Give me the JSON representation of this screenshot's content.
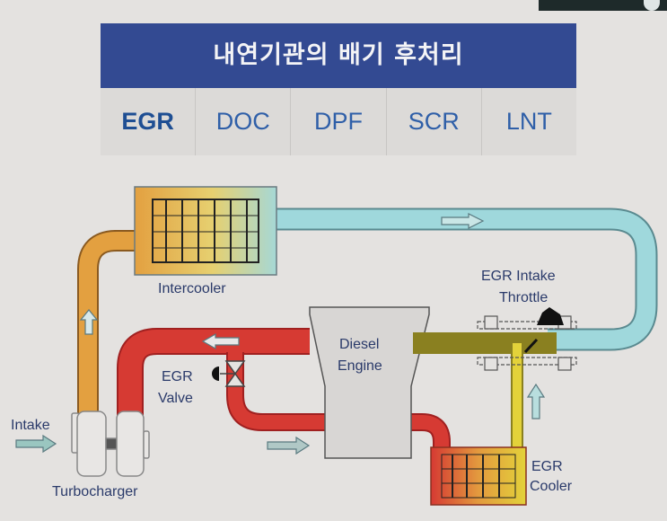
{
  "header": {
    "title": "내연기관의 배기 후처리"
  },
  "tabs": [
    {
      "label": "EGR",
      "active": true
    },
    {
      "label": "DOC",
      "active": false
    },
    {
      "label": "DPF",
      "active": false
    },
    {
      "label": "SCR",
      "active": false
    },
    {
      "label": "LNT",
      "active": false
    }
  ],
  "diagram": {
    "labels": {
      "intercooler": "Intercooler",
      "egr_intake_throttle_line1": "EGR Intake",
      "egr_intake_throttle_line2": "Throttle",
      "diesel_engine_line1": "Diesel",
      "diesel_engine_line2": "Engine",
      "egr_valve_line1": "EGR",
      "egr_valve_line2": "Valve",
      "intake": "Intake",
      "turbocharger": "Turbocharger",
      "egr_cooler_line1": "EGR",
      "egr_cooler_line2": "Cooler"
    },
    "colors": {
      "hot_exhaust": "#d63a33",
      "cool_air": "#9fd8dc",
      "warm_air": "#e3a040",
      "egr_mix": "#e3d23a",
      "header_bg": "#334a92",
      "tab_text": "#2f5fa8"
    }
  }
}
